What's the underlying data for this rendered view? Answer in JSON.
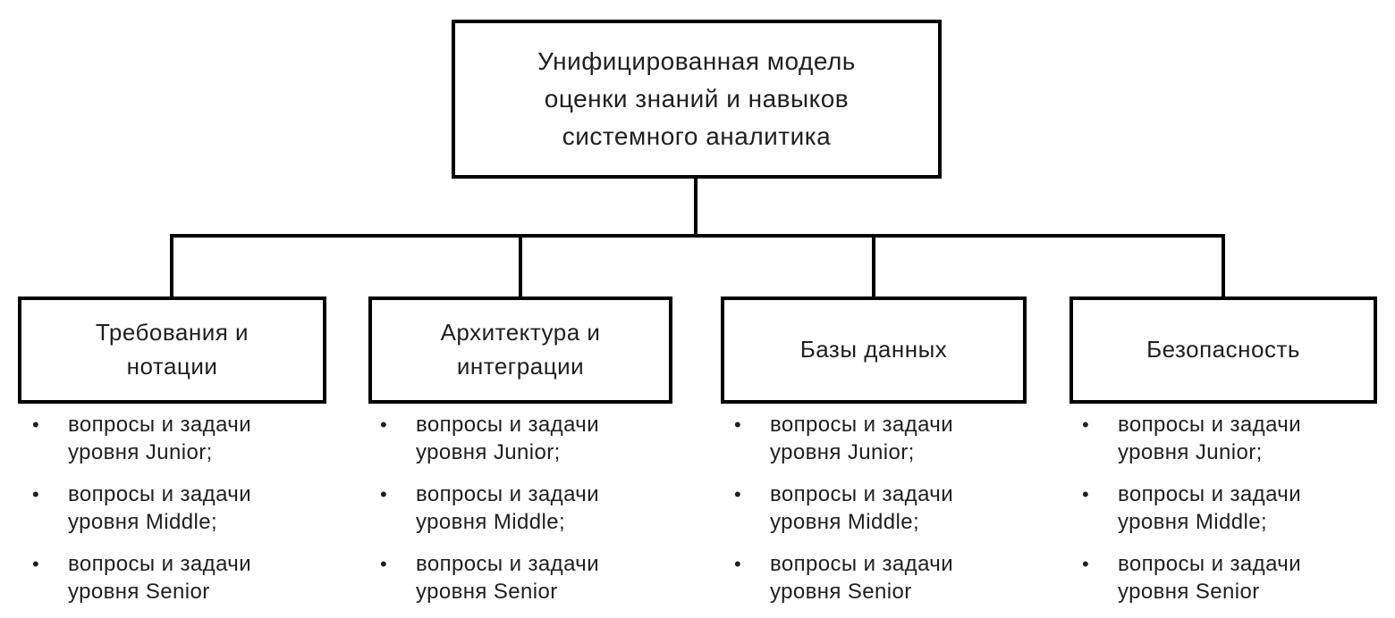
{
  "diagram": {
    "root": {
      "title": "Унифицированная модель\nоценки знаний и навыков\nсистемного аналитика"
    },
    "bullet": "•",
    "branches": [
      {
        "title": "Требования и\nнотации",
        "items": [
          "вопросы и задачи\nуровня Junior;",
          "вопросы и задачи\nуровня Middle;",
          "вопросы и задачи\nуровня Senior"
        ]
      },
      {
        "title": "Архитектура и\nинтеграции",
        "items": [
          "вопросы и задачи\nуровня Junior;",
          "вопросы и задачи\nуровня Middle;",
          "вопросы и задачи\nуровня Senior"
        ]
      },
      {
        "title": "Базы данных",
        "items": [
          "вопросы и задачи\nуровня Junior;",
          "вопросы и задачи\nуровня Middle;",
          "вопросы и задачи\nуровня Senior"
        ]
      },
      {
        "title": "Безопасность",
        "items": [
          "вопросы и задачи\nуровня Junior;",
          "вопросы и задачи\nуровня Middle;",
          "вопросы и задачи\nуровня Senior"
        ]
      }
    ],
    "colors": {
      "line": "#000000",
      "text": "#1f1f1f",
      "background": "#ffffff"
    }
  }
}
